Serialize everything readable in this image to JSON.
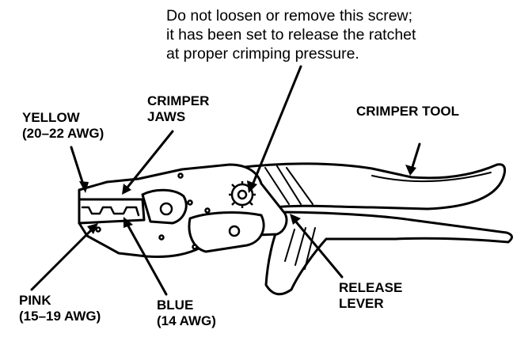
{
  "note": {
    "lines": [
      "Do not loosen or remove this screw;",
      "it has been set to release the ratchet",
      "at proper crimping pressure."
    ]
  },
  "labels": {
    "yellow": [
      "YELLOW",
      "(20–22 AWG)"
    ],
    "crimper_jaws": [
      "CRIMPER",
      "JAWS"
    ],
    "crimper_tool": [
      "CRIMPER TOOL"
    ],
    "pink": [
      "PINK",
      "(15–19 AWG)"
    ],
    "blue": [
      "BLUE",
      "(14 AWG)"
    ],
    "release_lever": [
      "RELEASE",
      "LEVER"
    ]
  },
  "colors": {
    "ink": "#000000",
    "paper": "#ffffff"
  }
}
